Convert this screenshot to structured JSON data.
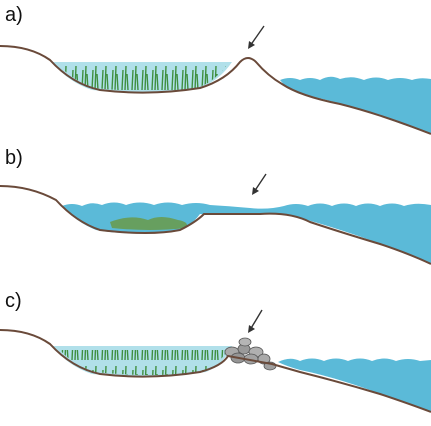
{
  "panels": [
    {
      "label": "a)",
      "state": "lagoon behind intact barrier, aquatic vegetation"
    },
    {
      "label": "b)",
      "state": "barrier breached, lagoon flooded by open water"
    },
    {
      "label": "c)",
      "state": "barrier replaced by rock embankment, vegetation restored"
    }
  ],
  "colors": {
    "water": "#5bbad8",
    "water_light": "#a9dde8",
    "ground_line": "#6a4a3a",
    "vegetation": "#3f8f3f",
    "vegetation_dark": "#2f6b3a",
    "rocks": "#9a9a9a",
    "arrow": "#333333"
  },
  "icons": [
    "arrow-icon",
    "rock-pile-icon",
    "plant-icon"
  ]
}
